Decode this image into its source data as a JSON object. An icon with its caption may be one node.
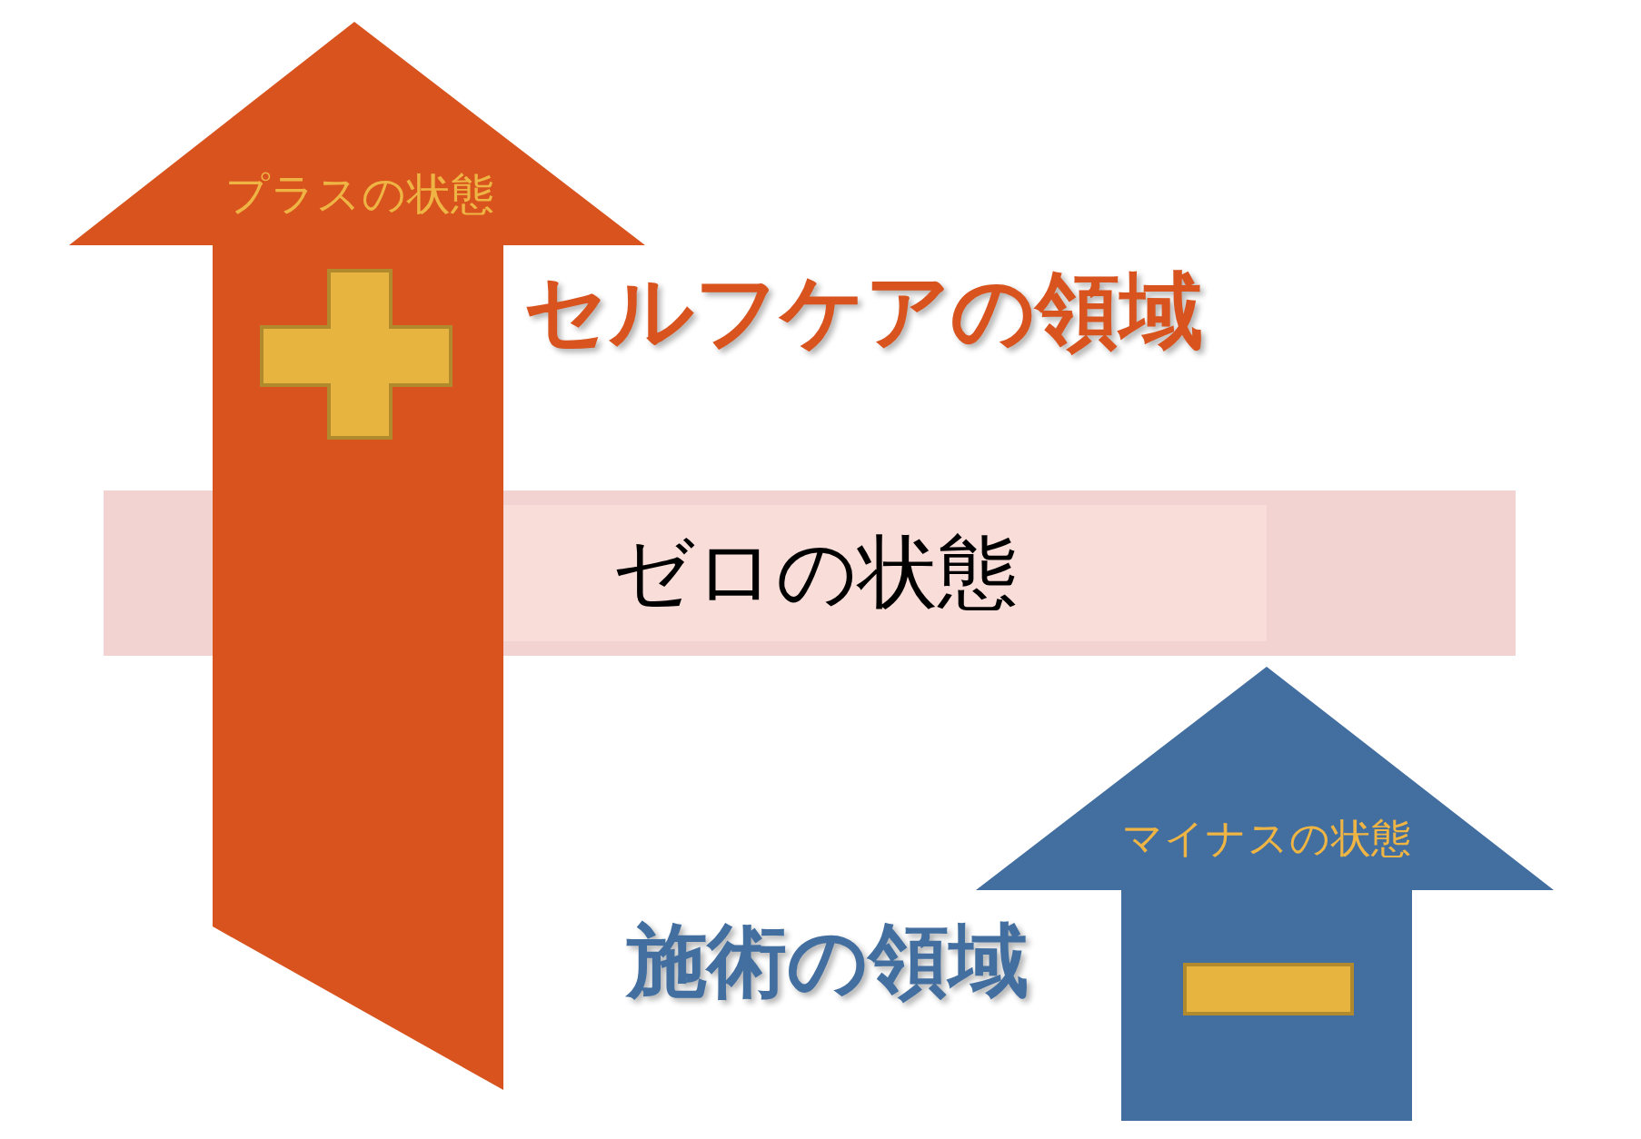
{
  "diagram": {
    "nodes": [
      {
        "text": [
          "プラスの状態"
        ]
      },
      {
        "text": [
          "ゼロの状態"
        ]
      },
      {
        "text": [
          "マイナスの状態"
        ]
      }
    ],
    "labels": [
      "セルフケアの領域",
      "施術の領域"
    ]
  }
}
